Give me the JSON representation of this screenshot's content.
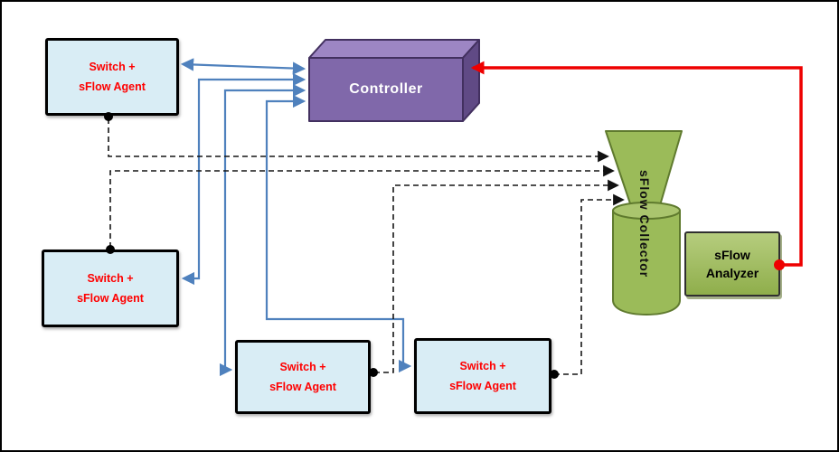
{
  "diagram": {
    "nodes": {
      "switch1": "Switch +\nsFlow Agent",
      "switch2": "Switch +\nsFlow Agent",
      "switch3": "Switch +\nsFlow Agent",
      "switch4": "Switch +\nsFlow Agent",
      "controller": "Controller",
      "collector": "sFlow Collector",
      "analyzer": "sFlow\nAnalyzer"
    },
    "colors": {
      "switch_fill": "#d9edf5",
      "switch_text": "#ff0000",
      "controller_front": "#8068aa",
      "controller_top": "#9d86c4",
      "controller_side": "#604a85",
      "controller_text": "#ffffff",
      "collector_fill": "#9bbb59",
      "collector_border": "#5f7a2e",
      "analyzer_fill": "#9bbb59",
      "analyzer_text": "#000000",
      "arrow_blue": "#4f81bd",
      "arrow_red": "#ee0000",
      "arrow_dashed": "#151515"
    },
    "connections": [
      {
        "from": "switch1",
        "to": "controller",
        "style": "blue-solid",
        "bidirectional": true
      },
      {
        "from": "switch2",
        "to": "controller",
        "style": "blue-solid",
        "bidirectional": true
      },
      {
        "from": "switch3",
        "to": "controller",
        "style": "blue-solid",
        "bidirectional": true
      },
      {
        "from": "switch4",
        "to": "controller",
        "style": "blue-solid",
        "bidirectional": true
      },
      {
        "from": "switch1",
        "to": "collector",
        "style": "black-dashed"
      },
      {
        "from": "switch2",
        "to": "collector",
        "style": "black-dashed"
      },
      {
        "from": "switch3",
        "to": "collector",
        "style": "black-dashed"
      },
      {
        "from": "switch4",
        "to": "collector",
        "style": "black-dashed"
      },
      {
        "from": "analyzer",
        "to": "controller",
        "style": "red-solid"
      }
    ]
  }
}
